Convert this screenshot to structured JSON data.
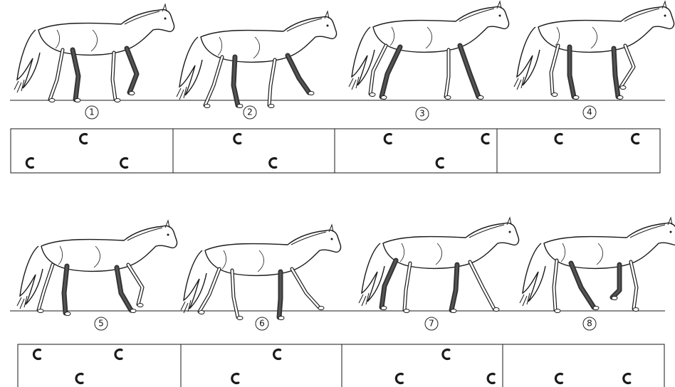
{
  "figure": {
    "frames": [
      {
        "label": "1",
        "footfalls": [
          {
            "row": "top",
            "col": 0.45
          },
          {
            "row": "bottom",
            "col": 0.12
          },
          {
            "row": "bottom",
            "col": 0.7
          }
        ]
      },
      {
        "label": "2",
        "footfalls": [
          {
            "row": "top",
            "col": 0.4
          },
          {
            "row": "bottom",
            "col": 0.62
          }
        ]
      },
      {
        "label": "3",
        "footfalls": [
          {
            "row": "top",
            "col": 0.33
          },
          {
            "row": "top",
            "col": 0.93
          },
          {
            "row": "bottom",
            "col": 0.65
          }
        ]
      },
      {
        "label": "4",
        "footfalls": [
          {
            "row": "top",
            "col": 0.38
          },
          {
            "row": "top",
            "col": 0.85
          }
        ]
      },
      {
        "label": "5",
        "footfalls": [
          {
            "row": "top",
            "col": 0.12
          },
          {
            "row": "top",
            "col": 0.62
          },
          {
            "row": "bottom",
            "col": 0.38
          }
        ]
      },
      {
        "label": "6",
        "footfalls": [
          {
            "row": "top",
            "col": 0.6
          },
          {
            "row": "bottom",
            "col": 0.34
          }
        ]
      },
      {
        "label": "7",
        "footfalls": [
          {
            "row": "top",
            "col": 0.65
          },
          {
            "row": "bottom",
            "col": 0.36
          },
          {
            "row": "bottom",
            "col": 0.93
          }
        ]
      },
      {
        "label": "8",
        "footfalls": [
          {
            "row": "bottom",
            "col": 0.35
          },
          {
            "row": "bottom",
            "col": 0.77
          }
        ]
      }
    ]
  },
  "colors": {
    "line": "#1a1a1a",
    "shaded_leg": "#333333",
    "background": "#ffffff"
  }
}
